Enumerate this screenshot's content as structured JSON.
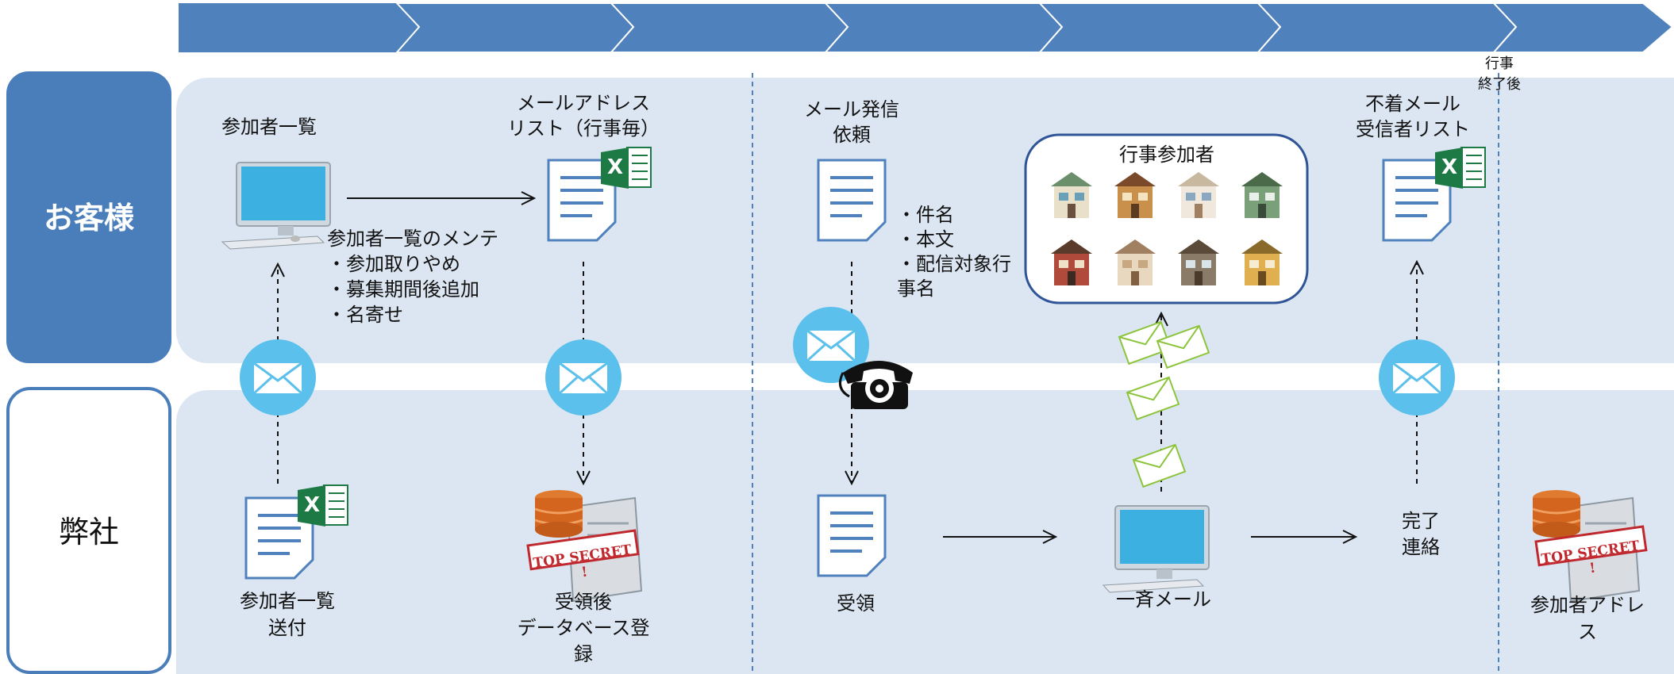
{
  "lanes": {
    "customer": "お客様",
    "company": "弊社"
  },
  "top": {
    "participants_list": "参加者一覧",
    "address_list_line1": "メールアドレス",
    "address_list_line2": "リスト（行事毎）",
    "maintenance_title": "参加者一覧のメンテ",
    "maintenance_items": [
      "・参加取りやめ",
      "・募集期間後追加",
      "・名寄せ"
    ],
    "mail_request_line1": "メール発信",
    "mail_request_line2": "依頼",
    "mail_items": [
      "・件名",
      "・本文",
      "・配信対象行",
      "事名"
    ],
    "event_participants": "行事参加者",
    "bounce_line1": "不着メール",
    "bounce_line2": "受信者リスト",
    "after_event_line1": "行事",
    "after_event_line2": "終了後"
  },
  "bottom": {
    "send_list_line1": "参加者一覧",
    "send_list_line2": "送付",
    "db_line1": "受領後",
    "db_line2": "データベース登",
    "db_line3": "録",
    "received": "受領",
    "bulk_mail": "一斉メール",
    "done_line1": "完了",
    "done_line2": "連絡",
    "address_db_line1": "参加者アドレ",
    "address_db_line2": "ス"
  },
  "badges": {
    "excel": "X",
    "top_secret": "TOP SECRET !"
  },
  "colors": {
    "arrow_bar": "#4f81bd",
    "customer_lane": "#4a7ebb",
    "lane_bg": "#dce6f2",
    "mail_circle": "#5bc0eb",
    "excel_green": "#1e7a44",
    "envelope_green": "#8cc43c"
  },
  "icons": [
    "computer-icon",
    "document-icon",
    "excel-icon",
    "mail-icon",
    "phone-icon",
    "database-server-icon",
    "house-icon",
    "envelope-icon"
  ]
}
